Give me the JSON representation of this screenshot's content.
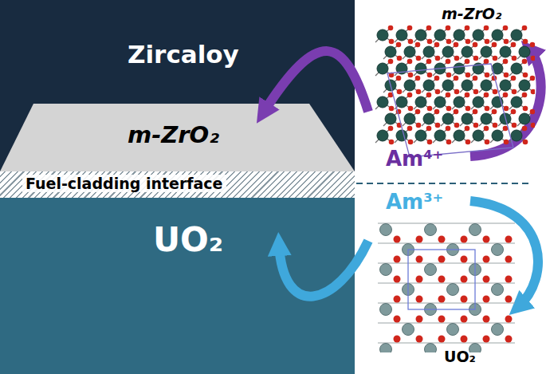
{
  "diagram": {
    "nodes": [
      {
        "text": [
          "Zircaloy"
        ]
      },
      {
        "text": [
          "m-ZrO₂"
        ],
        "in": 0
      },
      {
        "text": [
          "Fuel-cladding interface"
        ]
      },
      {
        "text": [
          "UO₂"
        ]
      },
      {
        "text": [
          "m-ZrO₂"
        ]
      },
      {
        "text": [
          "UO₂"
        ]
      }
    ],
    "edges": [
      {
        "from": 4,
        "to": 1,
        "arrow": "to"
      },
      {
        "from": 5,
        "to": 3,
        "arrow": "to"
      }
    ],
    "labels": [
      "Am⁴⁺",
      "Am³⁺"
    ]
  }
}
